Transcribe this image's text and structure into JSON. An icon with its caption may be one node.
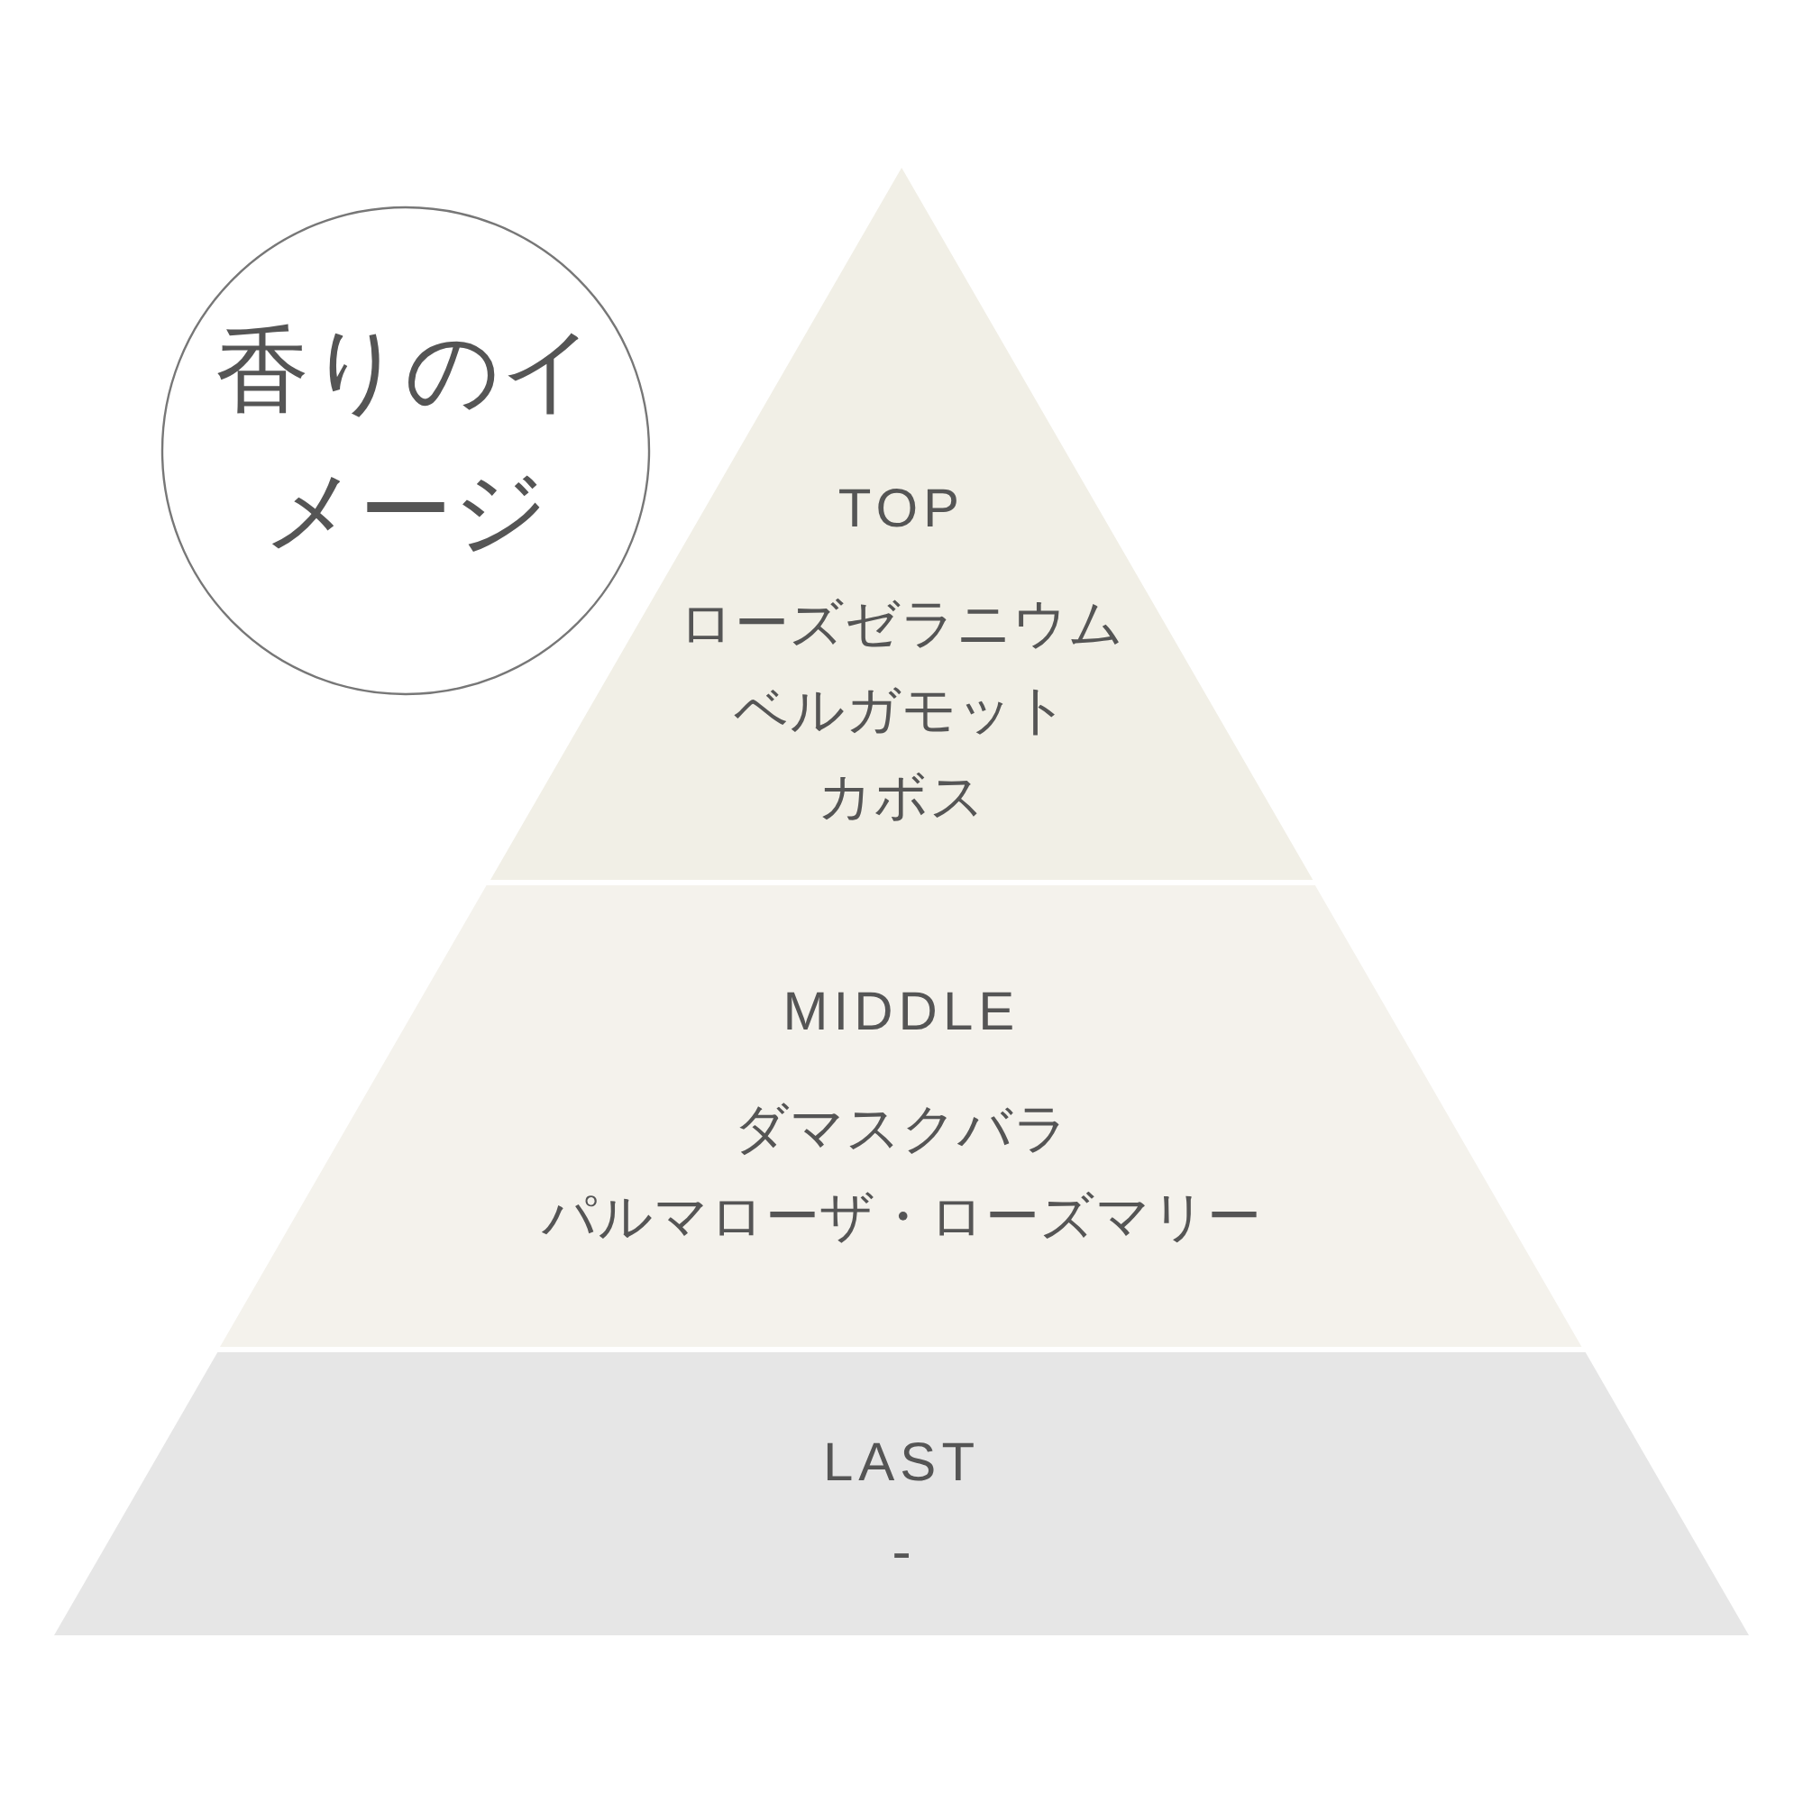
{
  "diagram": {
    "nodes": [
      {
        "text": [
          "香りのイメージ"
        ]
      },
      {
        "text": [
          "TOP",
          "ローズゼラニウム",
          "ベルガモット",
          "カボス"
        ]
      },
      {
        "text": [
          "MIDDLE",
          "ダマスクバラ",
          "パルマローザ・ローズマリー"
        ]
      },
      {
        "text": [
          "LAST",
          "-"
        ]
      }
    ]
  }
}
